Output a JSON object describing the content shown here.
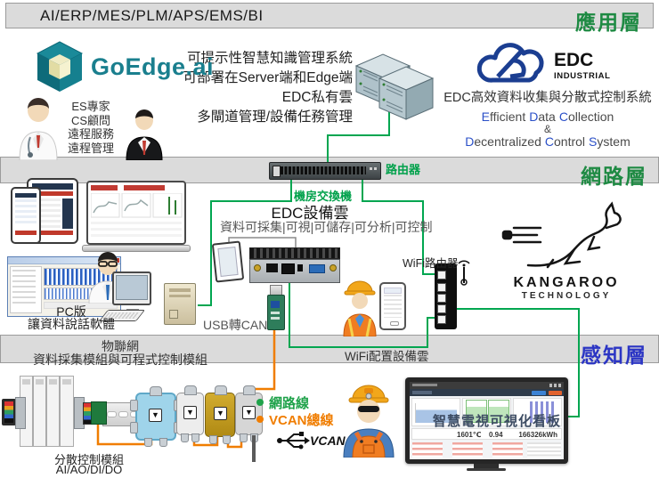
{
  "app_layer": {
    "title": "AI/ERP/MES/PLM/APS/EMS/BI",
    "label": "應用層"
  },
  "net_layer": {
    "label": "網路層",
    "router_label": "路由器",
    "switch_label": "機房交換機"
  },
  "percept_layer": {
    "label": "感知層"
  },
  "goedge": {
    "brand": "GoEdge.ai",
    "features": [
      "可提示性智慧知識管理系統",
      "可部署在Server端和Edge端",
      "EDC私有雲",
      "多閘道管理/設備任務管理"
    ],
    "experts": [
      "ES專家",
      "CS顧問",
      "遠程服務",
      "遠程管理"
    ]
  },
  "edc": {
    "name": "EDC",
    "division": "INDUSTRIAL",
    "title_zh": "EDC高效資料收集與分散式控制系統",
    "english_line1": [
      "Efficient",
      "Data",
      "Collection"
    ],
    "amp": "&",
    "english_line2": [
      "Decentralized",
      "Control",
      "System"
    ]
  },
  "edge_cloud": {
    "title": "EDC設備雲",
    "capabilities": "資料可採集|可視|可儲存|可分析|可控制",
    "usb_label": "USB轉CAN"
  },
  "pc_software": {
    "line1": "PC版",
    "line2": "讓資料說話軟體"
  },
  "iot_band": {
    "line1": "物聯網",
    "line2": "資料採集模組與可程式控制模組",
    "wifi_cloud": "WiFi配置設備雲"
  },
  "wifi": {
    "router_label": "WiFi路由器"
  },
  "kangaroo": {
    "brand": "KANGAROO",
    "sub": "TECHNOLOGY"
  },
  "control_module": {
    "line1": "分散控制模組",
    "line2": "AI/AO/DI/DO"
  },
  "legend": {
    "lan": "網路線",
    "vcan": "VCAN總線",
    "vcan_logo": "VCAN"
  },
  "tv": {
    "overlay": "智慧電視可視化看板",
    "temp": "1601℃",
    "ratio": "0.94",
    "energy": "166326kWh"
  },
  "colors": {
    "layer_green": "#1E8A43",
    "layer_blue": "#2B35C4",
    "line_green": "#00A650",
    "line_orange": "#F07D00"
  }
}
